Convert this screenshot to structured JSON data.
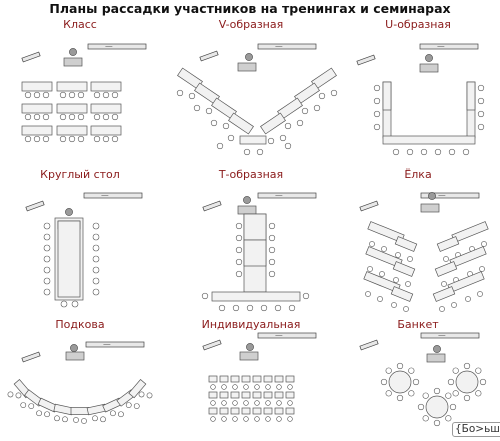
{
  "page": {
    "title": "Планы рассадки участников на тренингах и семинарах",
    "more_link": "{Бо>ьше}"
  },
  "layouts": [
    {
      "id": "class",
      "label": "Класс"
    },
    {
      "id": "v",
      "label": "V-образная"
    },
    {
      "id": "u",
      "label": "U-образная"
    },
    {
      "id": "round",
      "label": "Круглый стол"
    },
    {
      "id": "t",
      "label": "Т-образная"
    },
    {
      "id": "tree",
      "label": "Ёлка"
    },
    {
      "id": "horseshoe",
      "label": "Подкова"
    },
    {
      "id": "individual",
      "label": "Индивидуальная"
    },
    {
      "id": "banquet",
      "label": "Банкет"
    }
  ],
  "colors": {
    "title": "#111111",
    "label": "#8a1a1a"
  }
}
